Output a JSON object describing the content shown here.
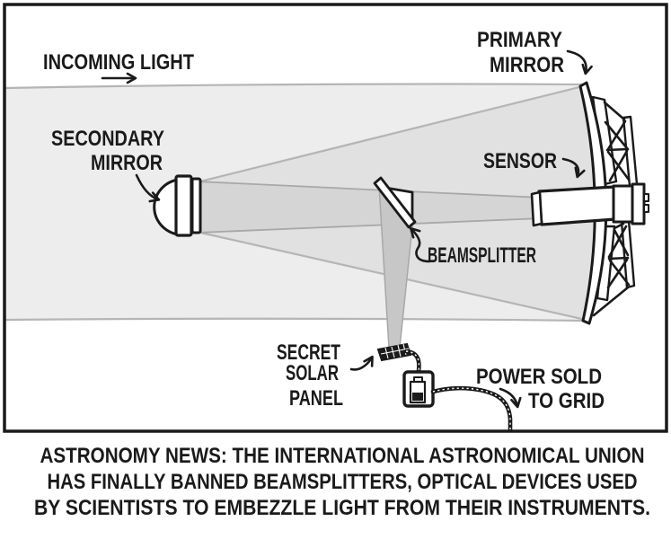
{
  "comic": {
    "labels": {
      "incoming_light": "INCOMING LIGHT",
      "secondary_mirror": [
        "SECONDARY",
        "MIRROR"
      ],
      "primary_mirror": [
        "PRIMARY",
        "MIRROR"
      ],
      "sensor": "SENSOR",
      "beamsplitter": "BEAMSPLITTER",
      "secret_solar_panel": [
        "SECRET",
        "SOLAR",
        "PANEL"
      ],
      "power_sold_to_grid": [
        "POWER SOLD",
        "TO GRID"
      ]
    },
    "caption": [
      "ASTRONOMY NEWS: THE INTERNATIONAL ASTRONOMICAL UNION",
      "HAS FINALLY BANNED BEAMSPLITTERS, OPTICAL DEVICES USED",
      "BY SCIENTISTS TO EMBEZZLE LIGHT FROM THEIR INSTRUMENTS."
    ],
    "colors": {
      "ink": "#1a1a1a",
      "beam_outer": "#ededed",
      "beam_cone": "#e1e1e1",
      "beam_focused": "#d5d5d5",
      "beam_split": "#c7c7c7",
      "beam_edge": "#b5b5b5",
      "beam_edge_dark": "#a8a8a8"
    }
  }
}
